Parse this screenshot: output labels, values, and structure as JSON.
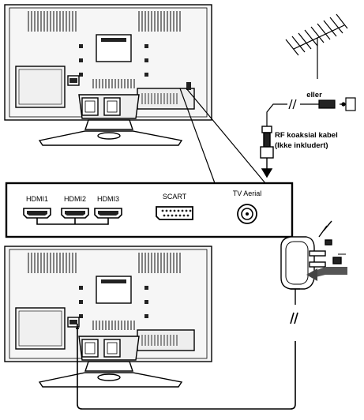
{
  "labels": {
    "eller": "eller",
    "rf_cable_line1": "RF koaksial kabel",
    "rf_cable_line2": "(Ikke inkludert)"
  },
  "panel": {
    "hdmi1": "HDMI1",
    "hdmi2": "HDMI2",
    "hdmi3": "HDMI3",
    "scart": "SCART",
    "tv_aerial": "TV Aerial"
  },
  "colors": {
    "line": "#000000",
    "tv_fill": "#f4f4f4",
    "vent": "#333333",
    "dark": "#222222"
  },
  "icons": [
    "antenna-icon",
    "wall-socket-icon",
    "power-plug-icon",
    "coax-plug-icon"
  ]
}
